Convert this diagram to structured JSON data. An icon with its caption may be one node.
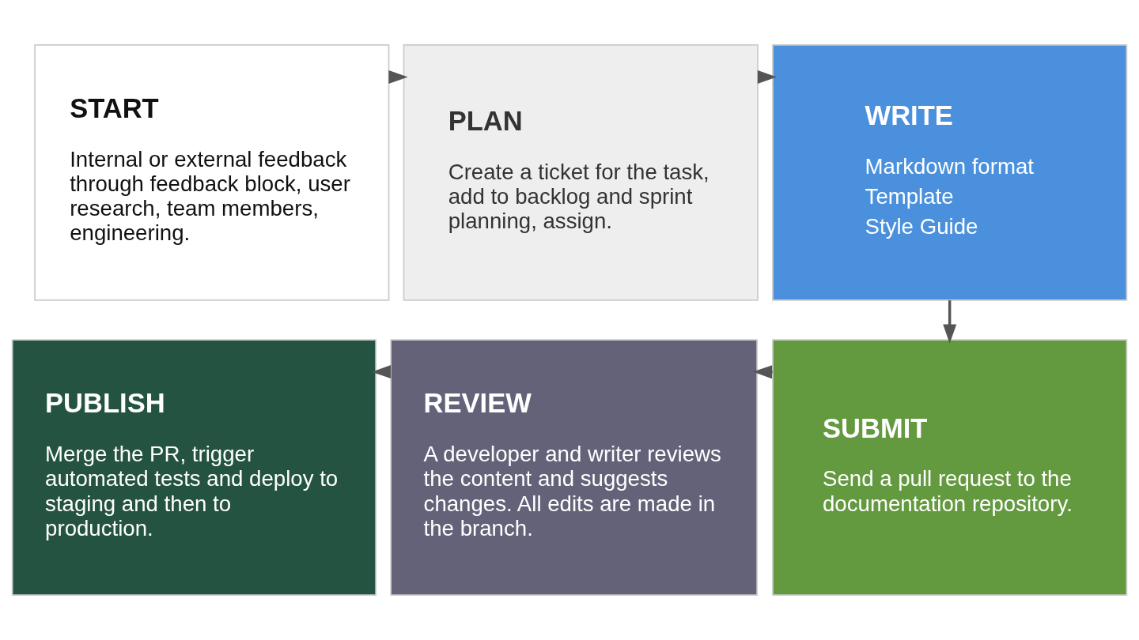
{
  "diagram": {
    "nodes": [
      {
        "text": [
          "START",
          "Internal or external feedback through feedback block, user research, team members, engineering."
        ]
      },
      {
        "text": [
          "PLAN",
          "Create a ticket for the task, add to backlog and sprint planning, assign."
        ]
      },
      {
        "text": [
          "WRITE",
          "Markdown format",
          "Template",
          "Style Guide"
        ]
      },
      {
        "text": [
          "PUBLISH",
          "Merge the PR, trigger automated tests and deploy to staging and then to production."
        ]
      },
      {
        "text": [
          "REVIEW",
          "A developer and writer reviews the content and suggests changes. All edits are made in the branch."
        ]
      },
      {
        "text": [
          "SUBMIT",
          "Send a pull request to the documentation repository."
        ]
      }
    ],
    "edges": [
      {
        "from": 0,
        "to": 1,
        "arrow": "to"
      },
      {
        "from": 1,
        "to": 2,
        "arrow": "to"
      },
      {
        "from": 2,
        "to": 5,
        "arrow": "to"
      },
      {
        "from": 5,
        "to": 4,
        "arrow": "to"
      },
      {
        "from": 4,
        "to": 3,
        "arrow": "to"
      }
    ]
  }
}
